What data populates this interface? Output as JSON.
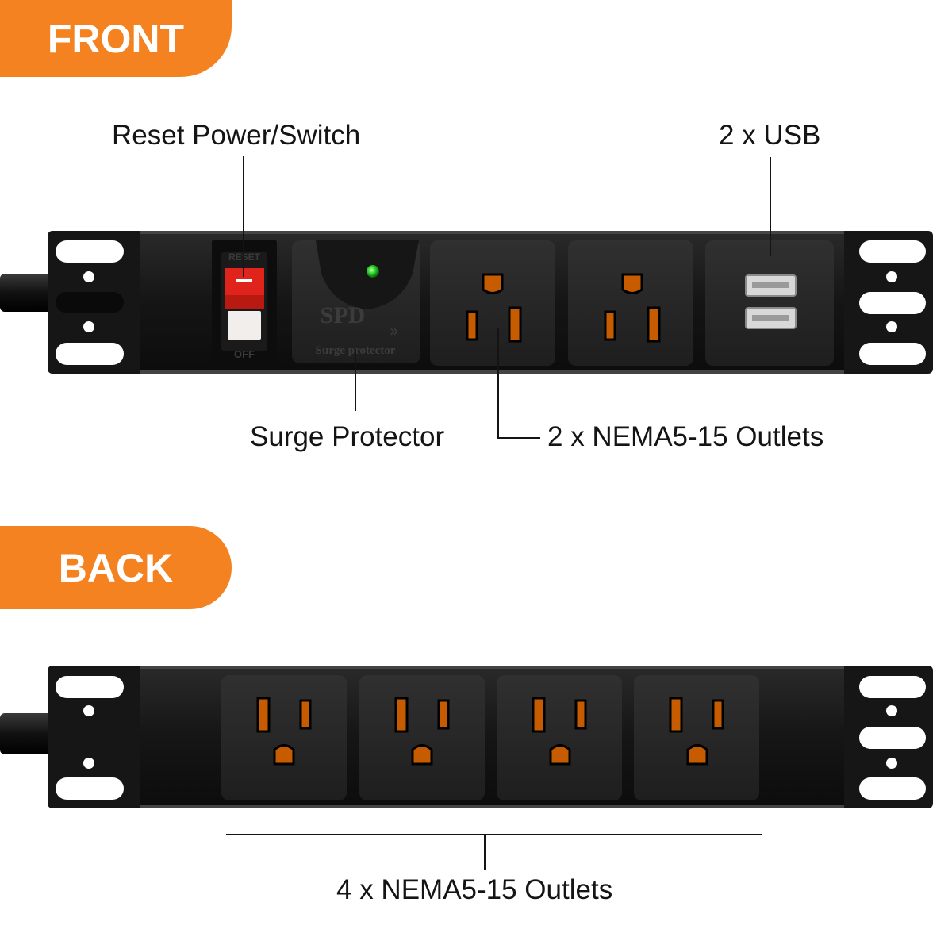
{
  "sections": {
    "front": "FRONT",
    "back": "BACK"
  },
  "callouts": {
    "reset": "Reset Power/Switch",
    "usb": "2 x USB",
    "surge": "Surge Protector",
    "front_outlets": "2 x NEMA5-15 Outlets",
    "back_outlets": "4 x NEMA5-15 Outlets"
  },
  "device_markings": {
    "switch_top": "RESET",
    "switch_bottom": "OFF",
    "spd": "SPD",
    "spd_sub": "Surge protector"
  },
  "colors": {
    "accent": "#f58220",
    "body": "#1b1b1b",
    "panel": "#2a2a2a",
    "switch": "#e0241b",
    "led": "#2bd12b",
    "outlet_slot": "#c65b00"
  },
  "icons": [
    "power-cord",
    "mounting-bracket",
    "rocker-switch",
    "indicator-led",
    "outlet",
    "usb-port"
  ]
}
